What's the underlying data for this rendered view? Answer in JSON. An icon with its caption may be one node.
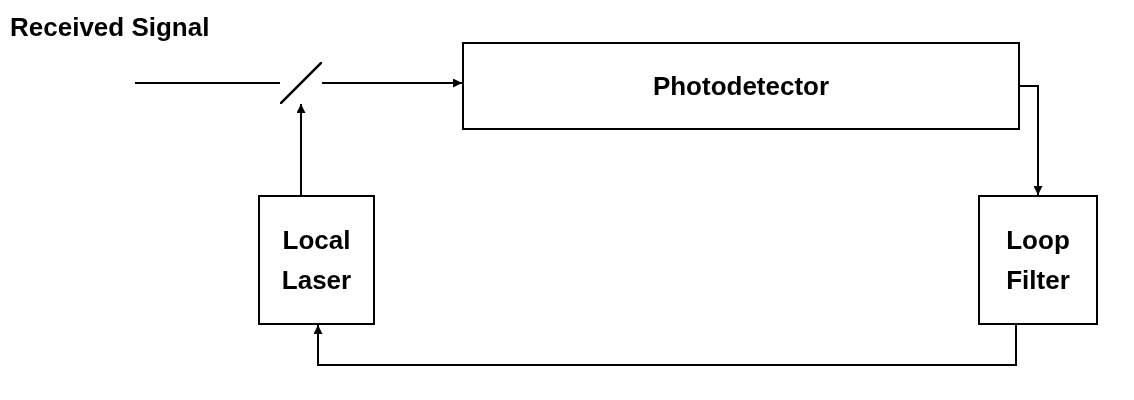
{
  "diagram": {
    "nodes": [
      {
        "text": [],
        "shape": "bar"
      },
      {
        "text": [
          "Photodetector"
        ]
      },
      {
        "text": [
          "Local Laser"
        ]
      },
      {
        "text": [
          "Loop Filter"
        ]
      }
    ],
    "edges": [
      {
        "from": null,
        "to": 0,
        "arrow": "none"
      },
      {
        "from": 0,
        "to": 1,
        "arrow": "to"
      },
      {
        "from": 2,
        "to": 0,
        "arrow": "to"
      },
      {
        "from": 1,
        "to": 3,
        "arrow": "to"
      },
      {
        "from": 3,
        "to": 2,
        "arrow": "to"
      }
    ],
    "labels": [
      "Received Signal"
    ]
  }
}
